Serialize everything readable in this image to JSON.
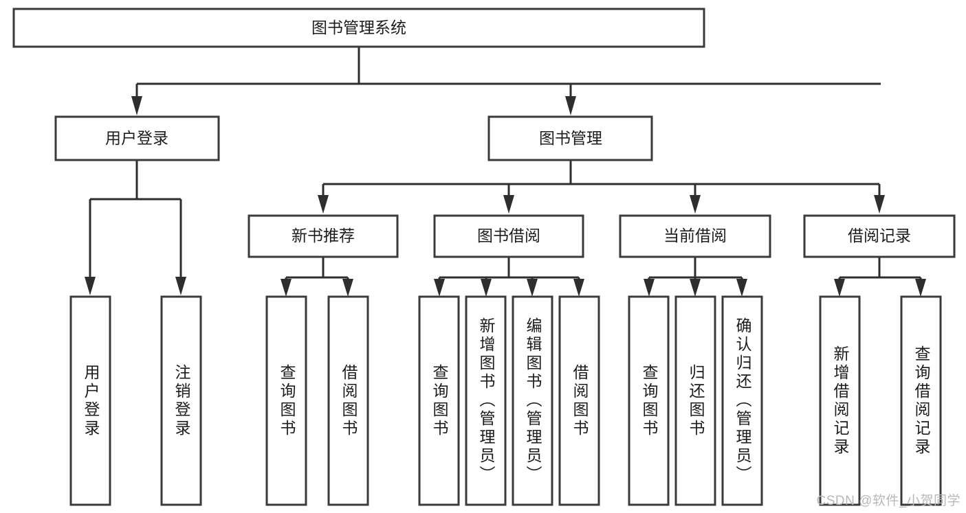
{
  "diagram": {
    "title": "图书管理系统",
    "watermark": "CSDN @软件_小贺同学",
    "colors": {
      "box_stroke": "#3a3a3a",
      "connector": "#2e2e2e",
      "text": "#1c1c1c",
      "background": "#ffffff",
      "watermark": "#b8b8b8"
    },
    "root": {
      "label": "图书管理系统"
    },
    "level2": [
      {
        "label": "用户登录"
      },
      {
        "label": "图书管理"
      }
    ],
    "level3": [
      {
        "label": "新书推荐"
      },
      {
        "label": "图书借阅"
      },
      {
        "label": "当前借阅"
      },
      {
        "label": "借阅记录"
      }
    ],
    "leaves": {
      "user_login": [
        {
          "label": "用户登录"
        },
        {
          "label": "注销登录"
        }
      ],
      "new_book_recommend": [
        {
          "label": "查询图书"
        },
        {
          "label": "借阅图书"
        }
      ],
      "book_borrow": [
        {
          "label": "查询图书"
        },
        {
          "label": "新增图书（管理员）"
        },
        {
          "label": "编辑图书（管理员）"
        },
        {
          "label": "借阅图书"
        }
      ],
      "current_borrow": [
        {
          "label": "查询图书"
        },
        {
          "label": "归还图书"
        },
        {
          "label": "确认归还（管理员）"
        }
      ],
      "borrow_record": [
        {
          "label": "新增借阅记录"
        },
        {
          "label": "查询借阅记录"
        }
      ]
    }
  }
}
